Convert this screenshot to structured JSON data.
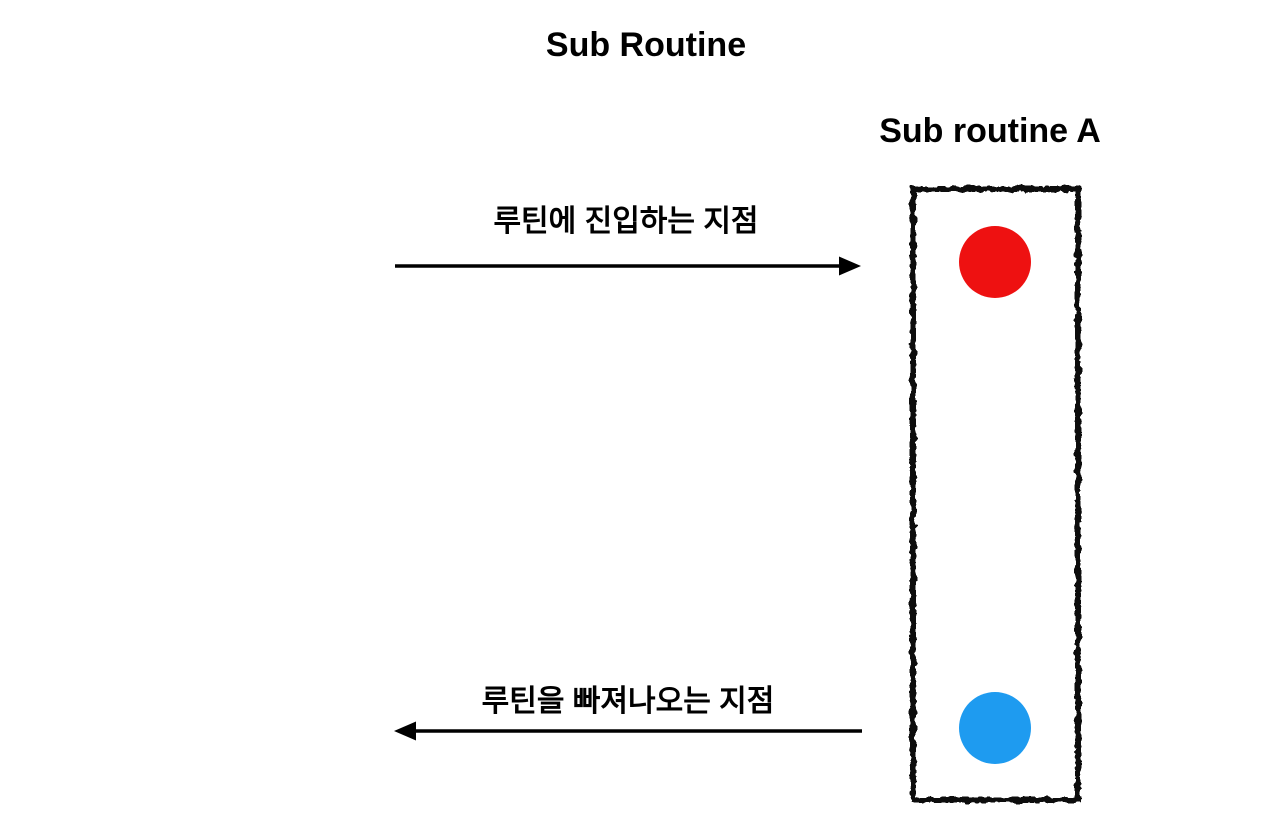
{
  "page": {
    "background_color": "#ffffff",
    "text_color": "#000000"
  },
  "title": "Sub Routine",
  "subroutine_box": {
    "label": "Sub routine A",
    "border_color": "#111111"
  },
  "entry": {
    "label": "루틴에 진입하는 지점",
    "dot_color": "#ee1111",
    "arrow_direction": "right"
  },
  "exit": {
    "label": "루틴을 빠져나오는 지점",
    "dot_color": "#1e9bf0",
    "arrow_direction": "left"
  },
  "arrow": {
    "color": "#000000"
  }
}
